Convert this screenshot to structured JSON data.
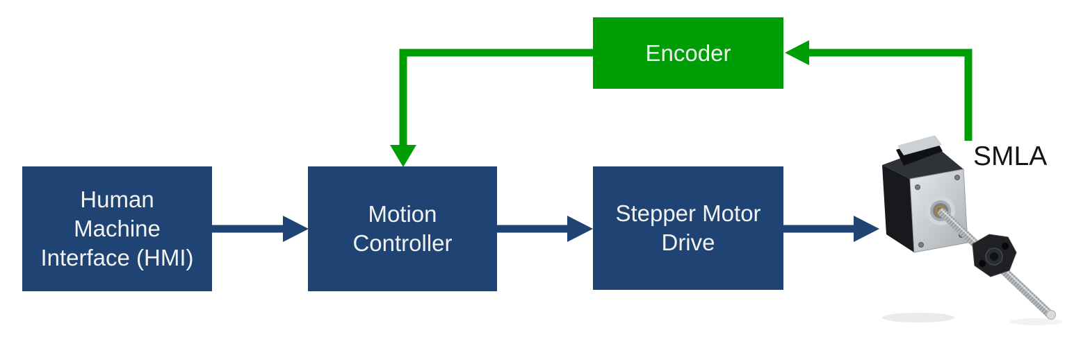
{
  "diagram": {
    "type": "block-diagram",
    "boxes": {
      "hmi": {
        "label": "Human\nMachine\nInterface (HMI)"
      },
      "motion_controller": {
        "label": "Motion\nController"
      },
      "stepper_motor_drive": {
        "label": "Stepper Motor\nDrive"
      },
      "encoder": {
        "label": "Encoder"
      }
    },
    "actuator_label": "SMLA",
    "connections": [
      {
        "from": "Human Machine Interface (HMI)",
        "to": "Motion Controller",
        "style": "blue-arrow"
      },
      {
        "from": "Motion Controller",
        "to": "Stepper Motor Drive",
        "style": "blue-arrow"
      },
      {
        "from": "Stepper Motor Drive",
        "to": "SMLA",
        "style": "blue-arrow"
      },
      {
        "from": "SMLA",
        "to": "Encoder",
        "style": "green-arrow"
      },
      {
        "from": "Encoder",
        "to": "Motion Controller",
        "style": "green-arrow"
      }
    ],
    "colors": {
      "box_blue": "#1F4473",
      "encoder_green": "#009E06",
      "box_text": "#F2F2F2",
      "label_text": "#141414",
      "background": "#FFFFFF"
    }
  }
}
